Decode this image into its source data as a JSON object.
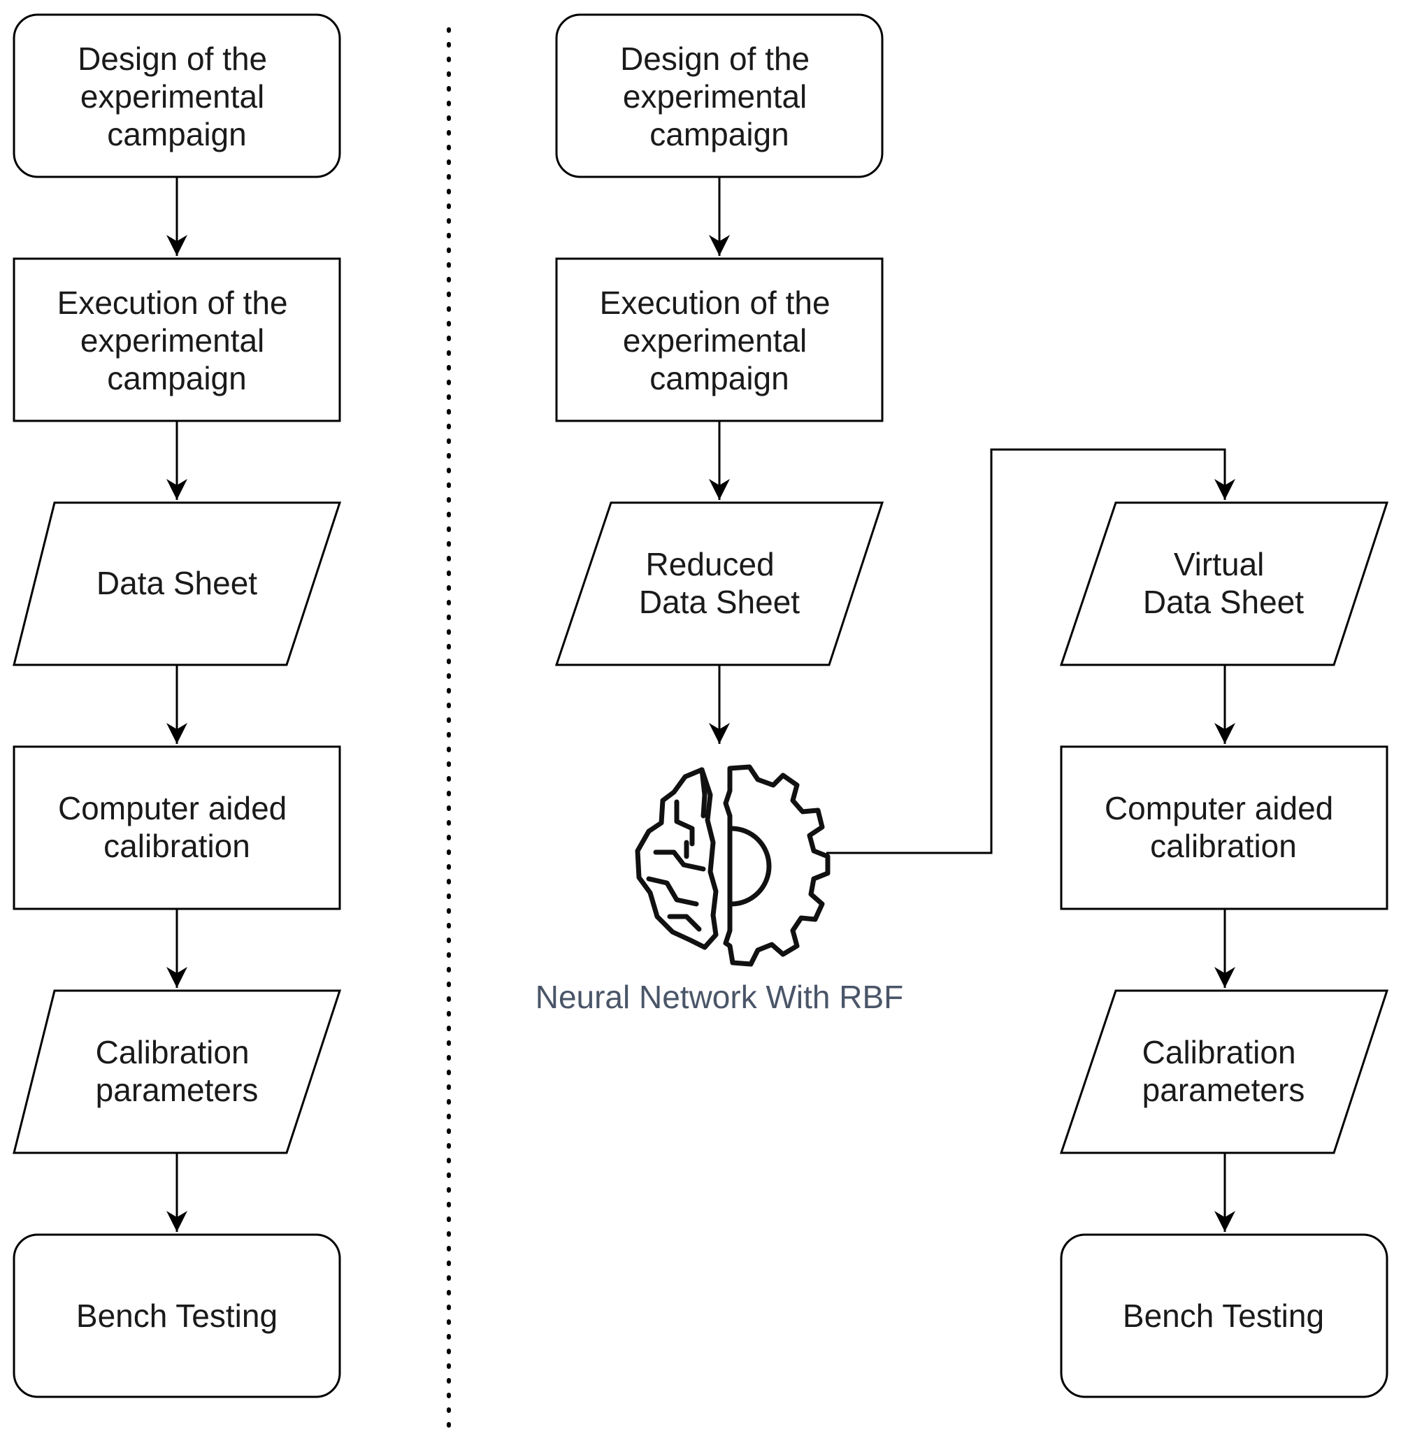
{
  "left_flow": {
    "step1": [
      "Design of the",
      "experimental",
      "campaign"
    ],
    "step2": [
      "Execution of the",
      "experimental",
      "campaign"
    ],
    "step3": [
      "Data Sheet"
    ],
    "step4": [
      "Computer aided",
      "calibration"
    ],
    "step5": [
      "Calibration",
      "parameters"
    ],
    "step6": [
      "Bench Testing"
    ]
  },
  "right_flow": {
    "step1": [
      "Design of the",
      "experimental",
      "campaign"
    ],
    "step2": [
      "Execution of the",
      "experimental",
      "campaign"
    ],
    "step3": [
      "Reduced",
      "Data Sheet"
    ],
    "model_label": "Neural Network With RBF",
    "model_icon": "brain-gear-icon",
    "step4": [
      "Virtual",
      "Data Sheet"
    ],
    "step5": [
      "Computer aided",
      "calibration"
    ],
    "step6": [
      "Calibration",
      "parameters"
    ],
    "step7": [
      "Bench Testing"
    ]
  },
  "colors": {
    "stroke": "#000000",
    "text": "#1a1a1a",
    "caption": "#4a5568",
    "background": "#ffffff"
  }
}
